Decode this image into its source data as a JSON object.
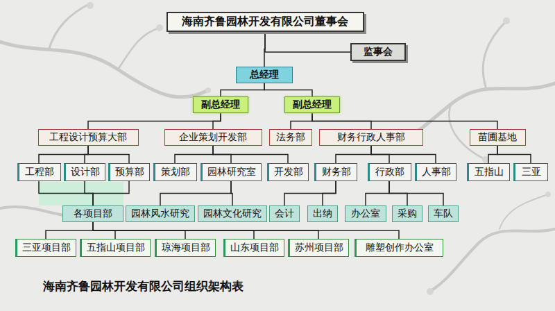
{
  "diagram": {
    "caption": "海南齐鲁园林开发有限公司组织架构表",
    "nodes": [
      {
        "text": [
          "海南齐鲁园林开发有限公司董事会"
        ]
      },
      {
        "text": [
          "监事会"
        ]
      },
      {
        "text": [
          "总经理"
        ]
      },
      {
        "text": [
          "副总经理"
        ]
      },
      {
        "text": [
          "副总经理"
        ]
      },
      {
        "text": [
          "工程设计预算大部"
        ]
      },
      {
        "text": [
          "企业策划开发部"
        ]
      },
      {
        "text": [
          "法务部"
        ]
      },
      {
        "text": [
          "财务行政人事部"
        ]
      },
      {
        "text": [
          "苗圃基地"
        ]
      },
      {
        "text": [
          "工程部"
        ]
      },
      {
        "text": [
          "设计部"
        ]
      },
      {
        "text": [
          "预算部"
        ]
      },
      {
        "text": [
          "策划部"
        ]
      },
      {
        "text": [
          "园林研究室"
        ]
      },
      {
        "text": [
          "开发部"
        ]
      },
      {
        "text": [
          "财务部"
        ]
      },
      {
        "text": [
          "行政部"
        ]
      },
      {
        "text": [
          "人事部"
        ]
      },
      {
        "text": [
          "五指山"
        ]
      },
      {
        "text": [
          "三亚"
        ]
      },
      {
        "text": [
          "各项目部"
        ]
      },
      {
        "text": [
          "园林风水研究"
        ]
      },
      {
        "text": [
          "园林文化研究"
        ]
      },
      {
        "text": [
          "会计"
        ]
      },
      {
        "text": [
          "出纳"
        ]
      },
      {
        "text": [
          "办公室"
        ]
      },
      {
        "text": [
          "采购"
        ]
      },
      {
        "text": [
          "车队"
        ]
      },
      {
        "text": [
          "三亚项目部"
        ]
      },
      {
        "text": [
          "五指山项目部"
        ]
      },
      {
        "text": [
          "琼海项目部"
        ]
      },
      {
        "text": [
          "山东项目部"
        ]
      },
      {
        "text": [
          "苏州项目部"
        ]
      },
      {
        "text": [
          "雕塑创作办公室"
        ]
      }
    ],
    "edges": [
      {
        "from": 0,
        "to": 1,
        "arrow": "none"
      },
      {
        "from": 0,
        "to": 2,
        "arrow": "none"
      },
      {
        "from": 2,
        "to": 3,
        "arrow": "none"
      },
      {
        "from": 2,
        "to": 4,
        "arrow": "none"
      },
      {
        "from": 3,
        "to": 5,
        "arrow": "none"
      },
      {
        "from": 3,
        "to": 6,
        "arrow": "none"
      },
      {
        "from": 4,
        "to": 7,
        "arrow": "none"
      },
      {
        "from": 4,
        "to": 8,
        "arrow": "none"
      },
      {
        "from": 4,
        "to": 9,
        "arrow": "none"
      },
      {
        "from": 5,
        "to": 10,
        "arrow": "none"
      },
      {
        "from": 5,
        "to": 11,
        "arrow": "none"
      },
      {
        "from": 5,
        "to": 12,
        "arrow": "none"
      },
      {
        "from": 6,
        "to": 13,
        "arrow": "none"
      },
      {
        "from": 6,
        "to": 14,
        "arrow": "none"
      },
      {
        "from": 6,
        "to": 15,
        "arrow": "none"
      },
      {
        "from": 8,
        "to": 16,
        "arrow": "none"
      },
      {
        "from": 8,
        "to": 17,
        "arrow": "none"
      },
      {
        "from": 8,
        "to": 18,
        "arrow": "none"
      },
      {
        "from": 9,
        "to": 19,
        "arrow": "none"
      },
      {
        "from": 9,
        "to": 20,
        "arrow": "none"
      },
      {
        "from": 10,
        "to": 21,
        "arrow": "none"
      },
      {
        "from": 11,
        "to": 21,
        "arrow": "none"
      },
      {
        "from": 12,
        "to": 21,
        "arrow": "none"
      },
      {
        "from": 14,
        "to": 22,
        "arrow": "none"
      },
      {
        "from": 14,
        "to": 23,
        "arrow": "none"
      },
      {
        "from": 16,
        "to": 24,
        "arrow": "none"
      },
      {
        "from": 16,
        "to": 25,
        "arrow": "none"
      },
      {
        "from": 17,
        "to": 26,
        "arrow": "none"
      },
      {
        "from": 17,
        "to": 27,
        "arrow": "none"
      },
      {
        "from": 17,
        "to": 28,
        "arrow": "none"
      },
      {
        "from": 21,
        "to": 29,
        "arrow": "none"
      },
      {
        "from": 21,
        "to": 30,
        "arrow": "none"
      },
      {
        "from": 21,
        "to": 31,
        "arrow": "none"
      },
      {
        "from": 21,
        "to": 32,
        "arrow": "none"
      },
      {
        "from": 21,
        "to": 33,
        "arrow": "none"
      },
      {
        "from": 21,
        "to": 34,
        "arrow": "none"
      }
    ]
  }
}
